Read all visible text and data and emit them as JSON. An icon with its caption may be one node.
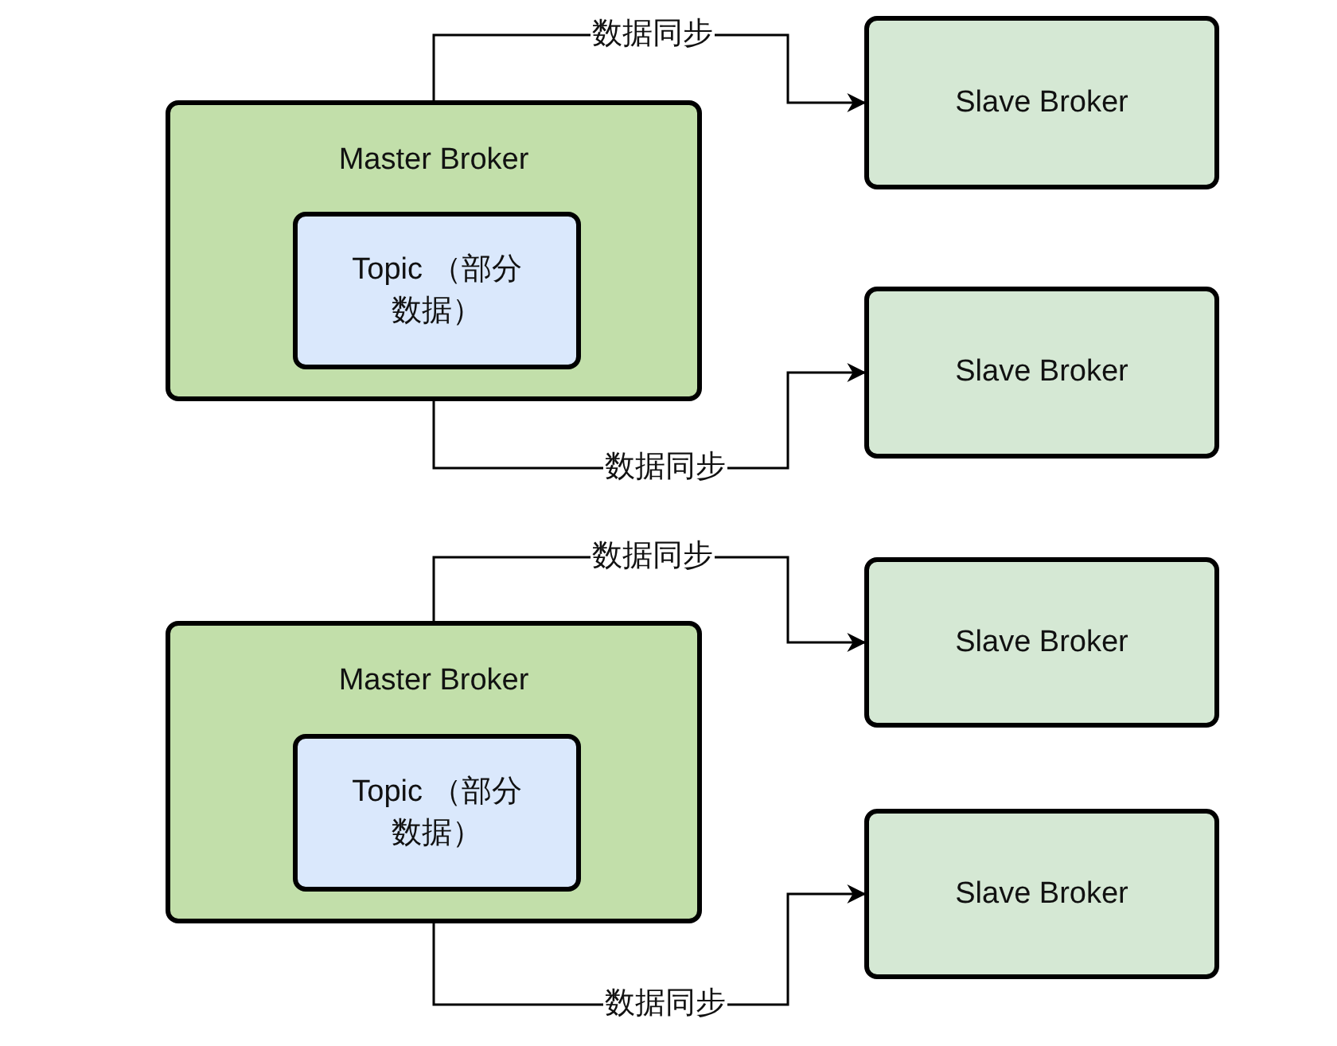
{
  "diagram": {
    "nodes": [
      {
        "text": [
          "Master Broker"
        ]
      },
      {
        "text": [
          "Topic （部分数据）"
        ],
        "in": 0
      },
      {
        "text": [
          "Slave Broker"
        ]
      },
      {
        "text": [
          "Slave Broker"
        ]
      },
      {
        "text": [
          "Master Broker"
        ]
      },
      {
        "text": [
          "Topic （部分数据）"
        ],
        "in": 4
      },
      {
        "text": [
          "Slave Broker"
        ]
      },
      {
        "text": [
          "Slave Broker"
        ]
      }
    ],
    "edges": [
      {
        "from": 0,
        "to": 2,
        "arrow": "to",
        "label": "数据同步"
      },
      {
        "from": 0,
        "to": 3,
        "arrow": "to",
        "label": "数据同步"
      },
      {
        "from": 4,
        "to": 6,
        "arrow": "to",
        "label": "数据同步"
      },
      {
        "from": 4,
        "to": 7,
        "arrow": "to",
        "label": "数据同步"
      }
    ]
  }
}
